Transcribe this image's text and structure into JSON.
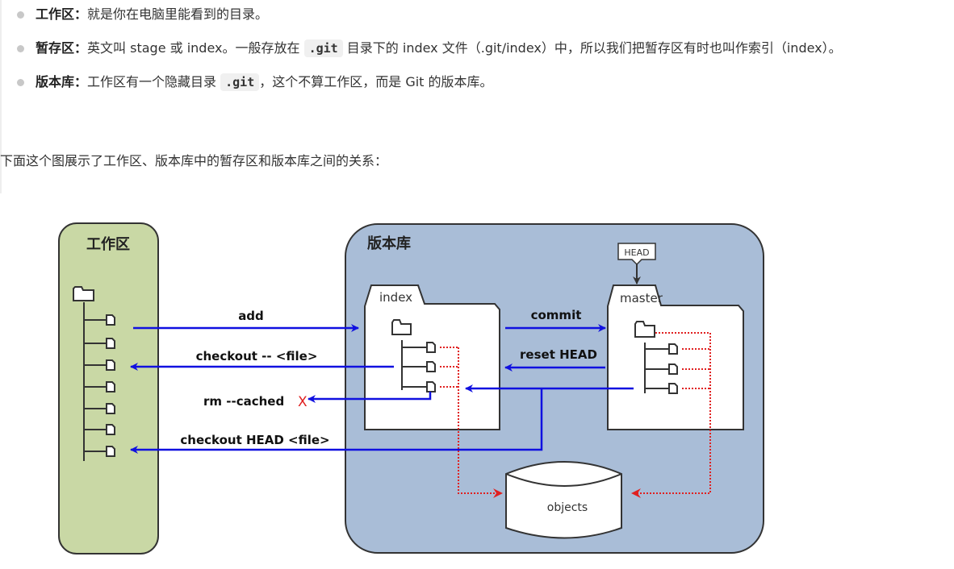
{
  "bullets": [
    {
      "term": "工作区",
      "colon": "：",
      "text": "就是你在电脑里能看到的目录。"
    },
    {
      "term": "暂存区",
      "colon": "：",
      "text_before": "英文叫 stage 或 index。一般存放在 ",
      "code": ".git",
      "text_after": " 目录下的 index 文件（.git/index）中，所以我们把暂存区有时也叫作索引（index）。"
    },
    {
      "term": "版本库",
      "colon": "：",
      "text_before": "工作区有一个隐藏目录 ",
      "code": ".git",
      "text_after": "，这个不算工作区，而是 Git 的版本库。"
    }
  ],
  "intro": "下面这个图展示了工作区、版本库中的暂存区和版本库之间的关系：",
  "diagram": {
    "working_dir_label": "工作区",
    "repo_label": "版本库",
    "index_label": "index",
    "master_label": "master",
    "head_label": "HEAD",
    "objects_label": "objects",
    "commands": {
      "add": "add",
      "checkout_file": "checkout -- <file>",
      "rm_cached": "rm --cached",
      "rm_cross": "X",
      "checkout_head": "checkout HEAD <file>",
      "commit": "commit",
      "reset_head": "reset HEAD"
    },
    "colors": {
      "working_fill": "#c9d8a5",
      "repo_fill": "#a9bdd7",
      "arrow_blue": "#1010e0",
      "dotted_red": "#e02020",
      "outline": "#333333"
    }
  }
}
